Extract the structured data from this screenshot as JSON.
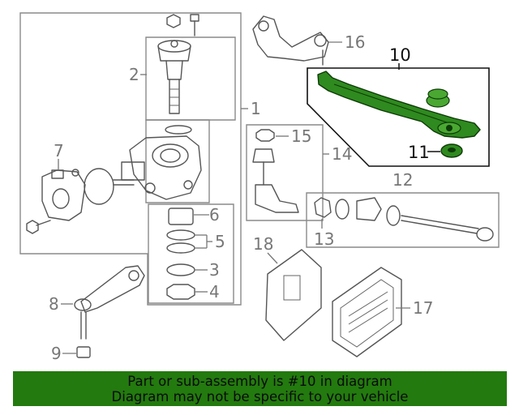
{
  "callouts": [
    {
      "id": "1",
      "label": "1"
    },
    {
      "id": "2",
      "label": "2"
    },
    {
      "id": "3",
      "label": "3"
    },
    {
      "id": "4",
      "label": "4"
    },
    {
      "id": "5",
      "label": "5"
    },
    {
      "id": "6",
      "label": "6"
    },
    {
      "id": "7",
      "label": "7"
    },
    {
      "id": "8",
      "label": "8"
    },
    {
      "id": "9",
      "label": "9"
    },
    {
      "id": "10",
      "label": "10"
    },
    {
      "id": "11",
      "label": "11"
    },
    {
      "id": "12",
      "label": "12"
    },
    {
      "id": "13",
      "label": "13"
    },
    {
      "id": "14",
      "label": "14"
    },
    {
      "id": "15",
      "label": "15"
    },
    {
      "id": "16",
      "label": "16"
    },
    {
      "id": "17",
      "label": "17"
    },
    {
      "id": "18",
      "label": "18"
    }
  ],
  "highlight": {
    "part": "10",
    "color": "#2f8a1f"
  },
  "banner": {
    "line1": "Part or sub-assembly is #10 in diagram",
    "line2": "Diagram may not be specific to your vehicle",
    "background": "#237a0e"
  }
}
